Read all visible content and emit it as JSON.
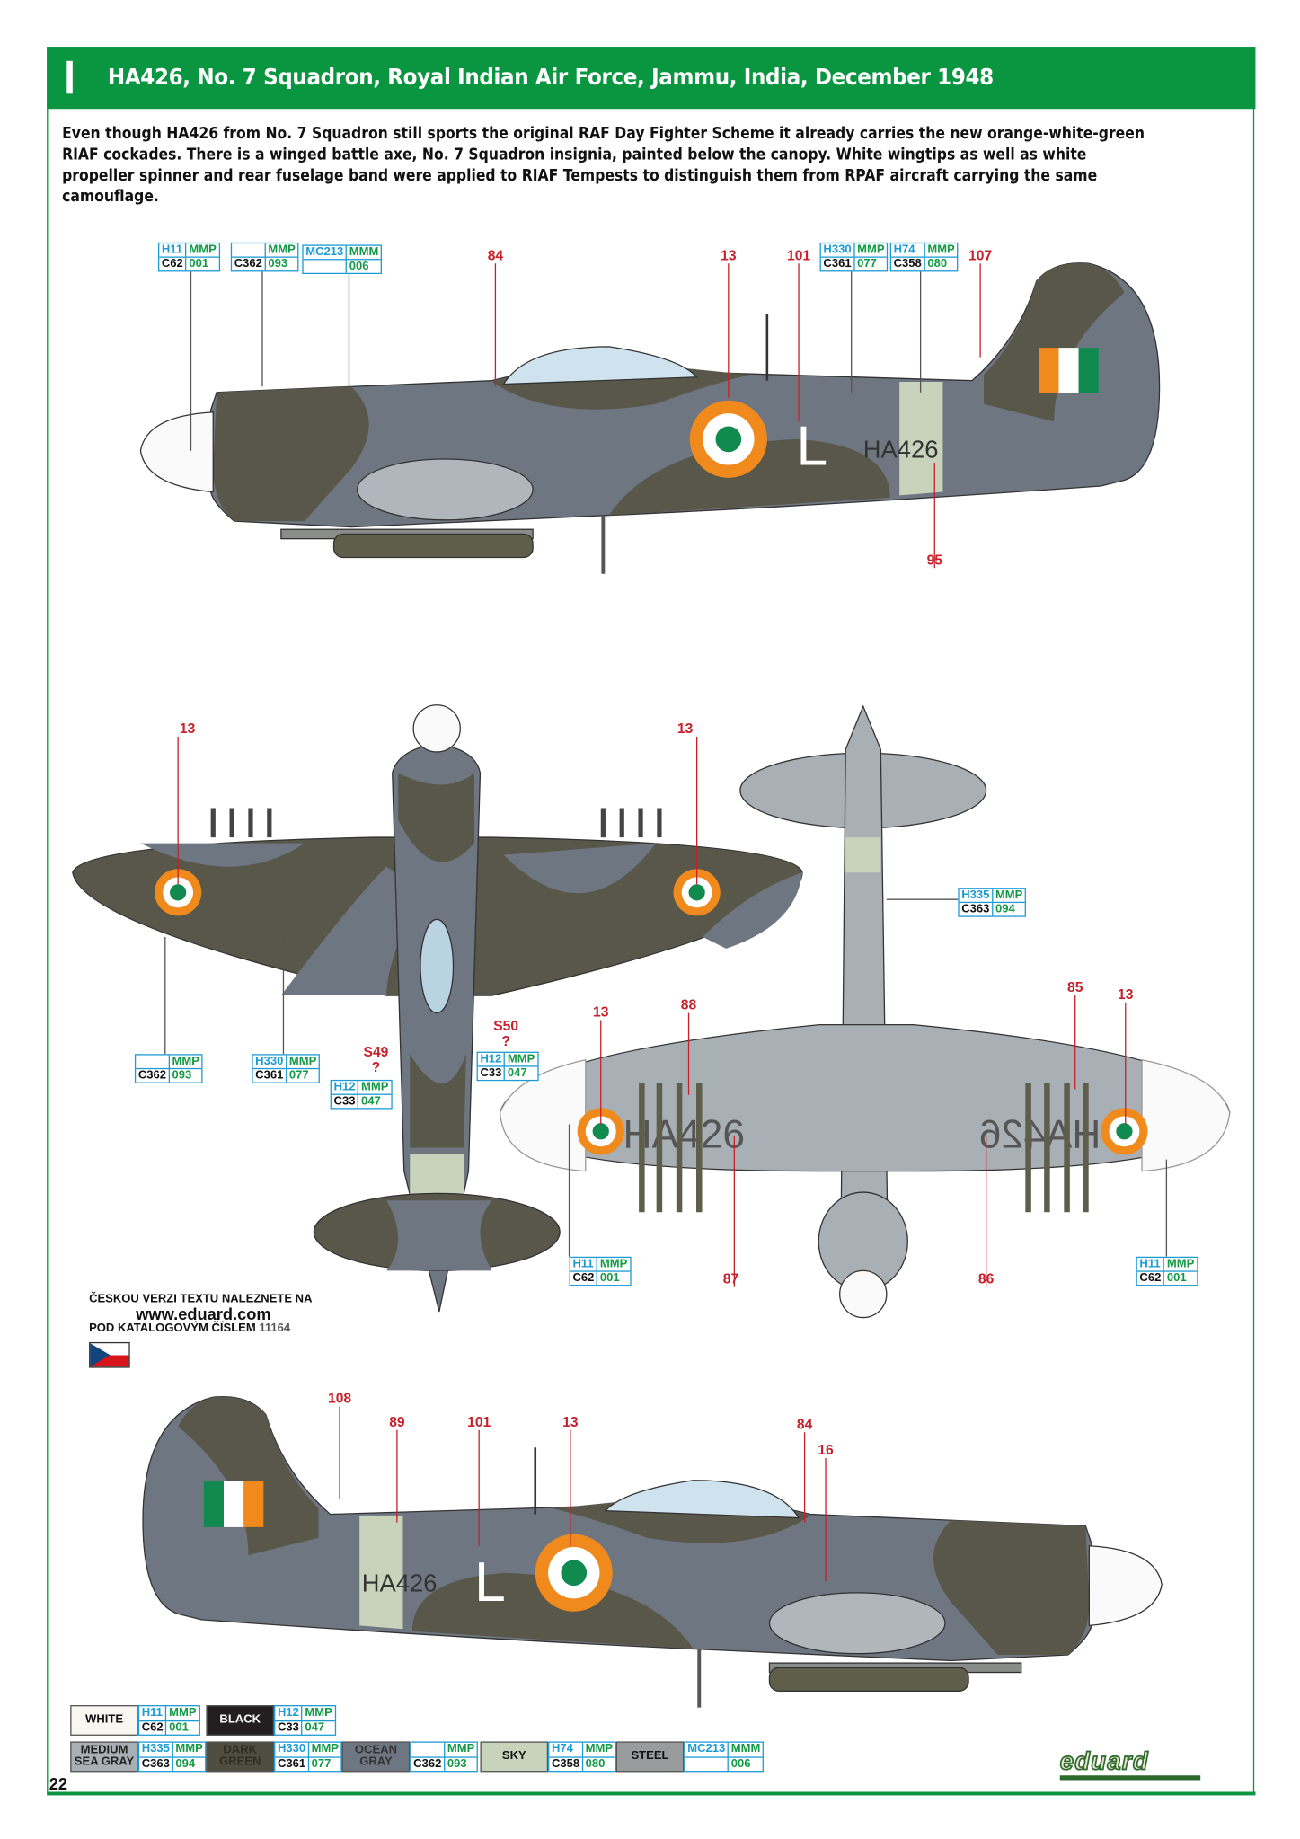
{
  "header": {
    "title": "HA426, No. 7 Squadron, Royal Indian Air Force, Jammu, India, December 1948"
  },
  "description": "Even though HA426 from No. 7 Squadron still sports the original RAF Day Fighter Scheme it already carries the new orange-white-green RIAF cockades. There is a winged battle axe, No. 7 Squadron insignia, painted below the canopy. White wingtips as well as white propeller spinner and rear fuselage band were applied to RIAF Tempests to distinguish them from RPAF aircraft carrying the same camouflage.",
  "aircraft": {
    "serial": "HA426",
    "code_letter": "L"
  },
  "callouts": [
    {
      "h": "H11",
      "brand": "MMP",
      "c": "C62",
      "n": "001"
    },
    {
      "h": "",
      "brand": "MMP",
      "c": "C362",
      "n": "093"
    },
    {
      "h": "MC213",
      "brand": "MMM",
      "c": "",
      "n": "006"
    },
    {
      "h": "H330",
      "brand": "MMP",
      "c": "C361",
      "n": "077"
    },
    {
      "h": "H74",
      "brand": "MMP",
      "c": "C358",
      "n": "080"
    },
    {
      "h": "",
      "brand": "MMP",
      "c": "C362",
      "n": "093"
    },
    {
      "h": "H330",
      "brand": "MMP",
      "c": "C361",
      "n": "077"
    },
    {
      "h": "H12",
      "brand": "MMP",
      "c": "C33",
      "n": "047"
    },
    {
      "h": "H12",
      "brand": "MMP",
      "c": "C33",
      "n": "047"
    },
    {
      "h": "H335",
      "brand": "MMP",
      "c": "C363",
      "n": "094"
    },
    {
      "h": "H11",
      "brand": "MMP",
      "c": "C62",
      "n": "001"
    },
    {
      "h": "H11",
      "brand": "MMP",
      "c": "C62",
      "n": "001"
    }
  ],
  "markers": [
    "84",
    "13",
    "101",
    "107",
    "95",
    "13",
    "13",
    "S49\n?",
    "S50\n?",
    "13",
    "88",
    "85",
    "13",
    "87",
    "86",
    "108",
    "89",
    "101",
    "13",
    "84",
    "16"
  ],
  "czech_note": {
    "line1": "ČESKOU VERZI TEXTU NALEZNETE NA",
    "url": "www.eduard.com",
    "line3": "POD KATALOGOVÝM ČÍSLEM",
    "catalog": "11164"
  },
  "legend": [
    {
      "name": "WHITE",
      "color": "#f7f6f0",
      "text_color": "#111",
      "h": "H11",
      "brand": "MMP",
      "c": "C62",
      "n": "001"
    },
    {
      "name": "BLACK",
      "color": "#231f20",
      "text_color": "#fff",
      "h": "H12",
      "brand": "MMP",
      "c": "C33",
      "n": "047"
    },
    {
      "name": "MEDIUM SEA GRAY",
      "color": "#a9b0b5",
      "text_color": "#222",
      "h": "H335",
      "brand": "MMP",
      "c": "C363",
      "n": "094"
    },
    {
      "name": "DARK GREEN",
      "color": "#4f4d3f",
      "text_color": "#2e2d24",
      "h": "H330",
      "brand": "MMP",
      "c": "C361",
      "n": "077"
    },
    {
      "name": "OCEAN GRAY",
      "color": "#6e7781",
      "text_color": "#333",
      "h": "",
      "brand": "MMP",
      "c": "C362",
      "n": "093"
    },
    {
      "name": "SKY",
      "color": "#c8d3bc",
      "text_color": "#111",
      "h": "H74",
      "brand": "MMP",
      "c": "C358",
      "n": "080"
    },
    {
      "name": "STEEL",
      "color": "#9a9b9d",
      "text_color": "#111",
      "h": "MC213",
      "brand": "MMM",
      "c": "",
      "n": "006"
    }
  ],
  "page_number": "22",
  "brand_logo": "eduard",
  "colors": {
    "header_green": "#0a9640",
    "ocean_gray": "#6e7781",
    "dark_green": "#58574a",
    "medium_sea_gray": "#a9b0b5",
    "sky": "#c8d3bc",
    "roundel_orange": "#f08a1c",
    "roundel_green": "#118a50"
  }
}
